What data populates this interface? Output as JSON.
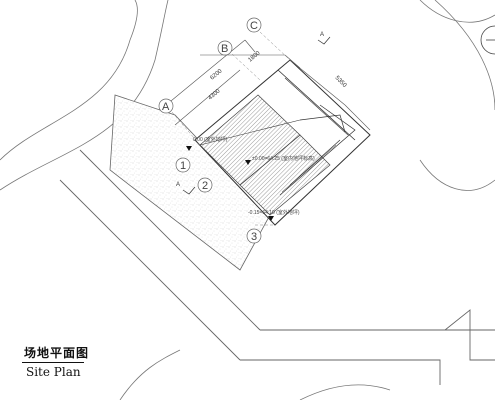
{
  "drawing": {
    "title_cn": "场地平面图",
    "title_en": "Site Plan"
  },
  "grid_axes": {
    "letters": [
      "A",
      "B",
      "C"
    ],
    "numbers": [
      "1",
      "2",
      "3"
    ]
  },
  "dimensions": {
    "d_6200": "6200",
    "d_4300": "4300",
    "d_1800": "1800",
    "d_5350": "5350"
  },
  "levels": {
    "top": "0.00 (室外地坪)",
    "middle": "±0.00=64.25 (室内地坪标高)",
    "bottom": "-0.15=64.10 (室外地坪)"
  },
  "section_marks": {
    "a_left": "A",
    "a_top": "A"
  }
}
